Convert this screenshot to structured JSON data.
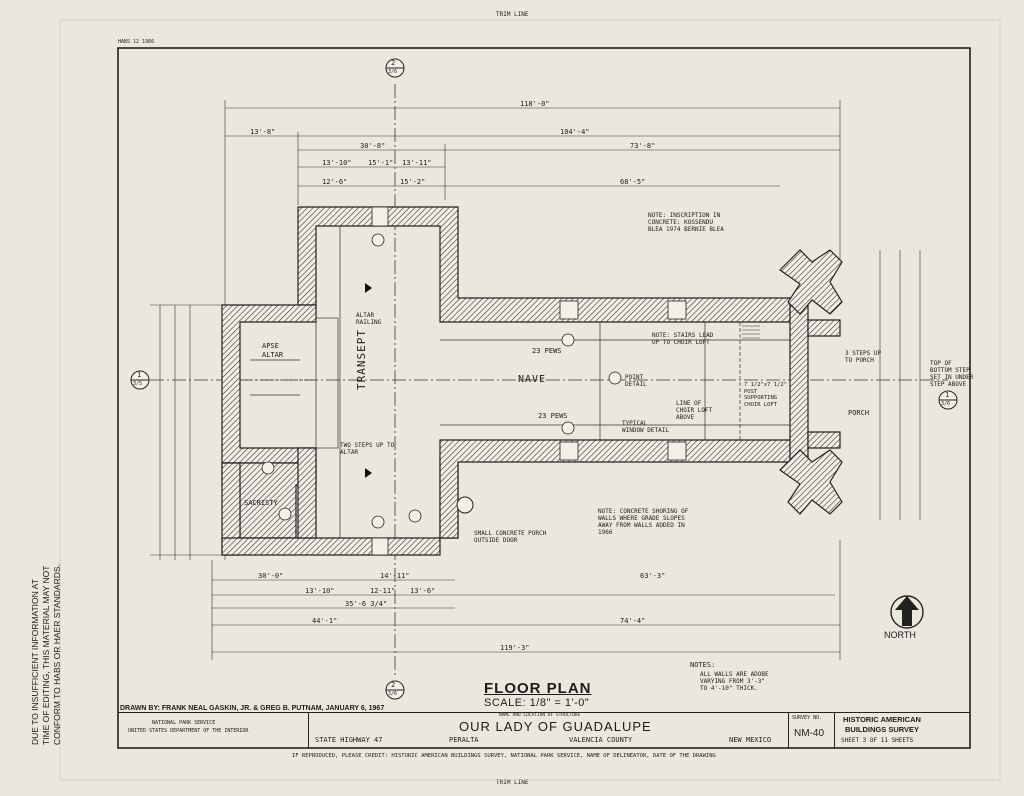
{
  "sheet": {
    "trim_top": "TRIM LINE",
    "trim_bottom": "TRIM LINE",
    "corner_code": "HABS 12 1966",
    "side_note_lines": [
      "DUE TO INSUFFICIENT INFORMATION AT",
      "TIME OF EDITING, THIS MATERIAL MAY NOT",
      "CONFORM TO HABS OR HAER STANDARDS."
    ],
    "reproduction_credit": "IF REPRODUCED, PLEASE CREDIT: HISTORIC AMERICAN BUILDINGS SURVEY, NATIONAL PARK SERVICE, NAME OF DELINEATOR, DATE OF THE DRAWING"
  },
  "drawing": {
    "title": "FLOOR PLAN",
    "scale": "SCALE: 1/8\" = 1'-0\"",
    "north_label": "NORTH",
    "room_labels": {
      "transept": "TRANSEPT",
      "nave": "NAVE",
      "apse": "APSE",
      "altar": "ALTAR",
      "sacristy": "SACRISTY",
      "porch": "PORCH",
      "pews_north": "23 PEWS",
      "pews_south": "23 PEWS"
    },
    "section_markers": {
      "top_num": "2",
      "top_sheet": "3/6",
      "bottom_num": "2",
      "bottom_sheet": "3/6",
      "left_num": "1",
      "left_sheet": "3/5",
      "right_num": "1",
      "right_sheet": "3/6"
    },
    "dimensions_top": [
      "118'-0\"",
      "13'-8\"",
      "104'-4\"",
      "30'-8\"",
      "73'-8\"",
      "13'-10\"",
      "15'-1\"",
      "13'-11\"",
      "12'-6\"",
      "15'-2\"",
      "68'-5\""
    ],
    "dimensions_bottom": [
      "30'-0\"",
      "14'-11\"",
      "63'-3\"",
      "13'-10\"",
      "12-11\"",
      "13'-6\"",
      "35'-6 3/4\"",
      "74'-4\"",
      "44'-1\"",
      "119'-3\""
    ],
    "notes": {
      "inscription": "NOTE: INSCRIPTION IN CONCRETE: KOSSENDU BLEA 1974 BERNIE BLEA",
      "altar_railing": "ALTAR RAILING",
      "two_steps": "TWO STEPS UP TO ALTAR",
      "stairs": "NOTE: STAIRS LEAD UP TO CHOIR LOFT",
      "point_detail": "POINT DETAIL",
      "window_detail": "TYPICAL WINDOW DETAIL",
      "choir_loft": "LINE OF CHOIR LOFT ABOVE",
      "post_support": "7 1/2\"x7 1/2\" POST SUPPORTING CHOIR LOFT",
      "three_steps": "3 STEPS UP TO PORCH",
      "top_step": "TOP OF BOTTOM STEP SET IN UNDER STEP ABOVE",
      "shoring": "NOTE: CONCRETE SHORING OF WALLS WHERE GRADE SLOPES AWAY FROM WALLS ADDED IN 1966",
      "porch_note": "SMALL CONCRETE PORCH OUTSIDE DOOR",
      "walls_note_head": "NOTES:",
      "walls_note": "ALL WALLS ARE ADOBE VARYING FROM 3'-3\" TO 4'-10\" THICK."
    }
  },
  "title_block": {
    "drawn_by": "DRAWN BY: FRANK NEAL GASKIN, JR. & GREG B. PUTNAM, JANUARY 6, 1967",
    "agency_line1": "NATIONAL PARK SERVICE",
    "agency_line2": "UNITED STATES DEPARTMENT OF THE INTERIOR",
    "structure_caption": "NAME AND LOCATION OF STRUCTURE",
    "structure_name": "OUR LADY OF GUADALUPE",
    "address": "STATE HIGHWAY 47",
    "town": "PERALTA",
    "county": "VALENCIA COUNTY",
    "state": "NEW MEXICO",
    "survey_label": "SURVEY NO.",
    "survey_no": "NM-40",
    "habs_line1": "HISTORIC AMERICAN",
    "habs_line2": "BUILDINGS SURVEY",
    "sheet_of": "SHEET 3 OF 11 SHEETS"
  }
}
